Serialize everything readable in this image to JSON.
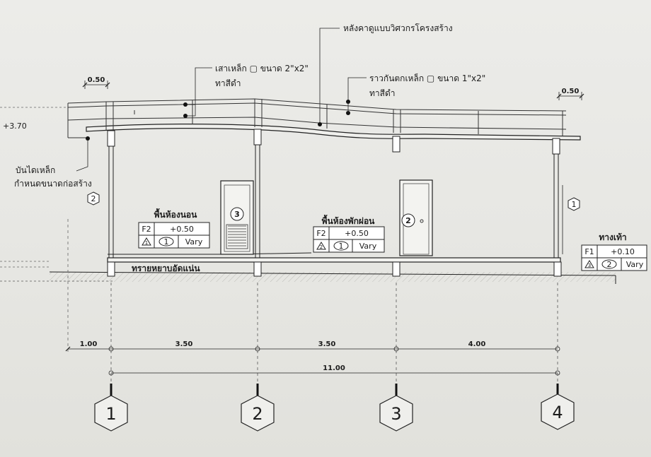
{
  "annotations": {
    "roof": "หลังคาดูแบบวิศวกรโครงสร้าง",
    "steel_post_1": "เสาเหล็ก ",
    "steel_post_2": " ขนาด 2\"x2\"",
    "steel_post_3": "ทาสีดำ",
    "railing_1": "ราวกันตกเหล็ก ",
    "railing_2": " ขนาด 1\"x2\"",
    "railing_3": "ทาสีดำ",
    "stair_1": "บันไดเหล็ก",
    "stair_2": "กำหนดขนาดก่อสร้าง",
    "level": "+3.70",
    "sand": "ทรายหยาบอัดแน่น",
    "overhang_left": "0.50",
    "overhang_right": "0.50"
  },
  "rooms": [
    {
      "name": "พื้นห้องนอน",
      "code": "F2",
      "level": "+0.50",
      "finish": "1",
      "height": "Vary"
    },
    {
      "name": "พื้นห้องพักผ่อน",
      "code": "F2",
      "level": "+0.50",
      "finish": "1",
      "height": "Vary"
    },
    {
      "name": "ทางเท้า",
      "code": "F1",
      "level": "+0.10",
      "finish": "2",
      "height": "Vary"
    }
  ],
  "tag_marks": [
    "1",
    "2",
    "3"
  ],
  "elements": {
    "left_wall_tag": "2",
    "door_left_tag": "3",
    "door_right_tag": "2",
    "right_wall_tag": "1"
  },
  "dimensions": {
    "d0": "1.00",
    "d1": "3.50",
    "d2": "3.50",
    "d3": "4.00",
    "total": "11.00"
  },
  "grid_lines": [
    "1",
    "2",
    "3",
    "4"
  ]
}
